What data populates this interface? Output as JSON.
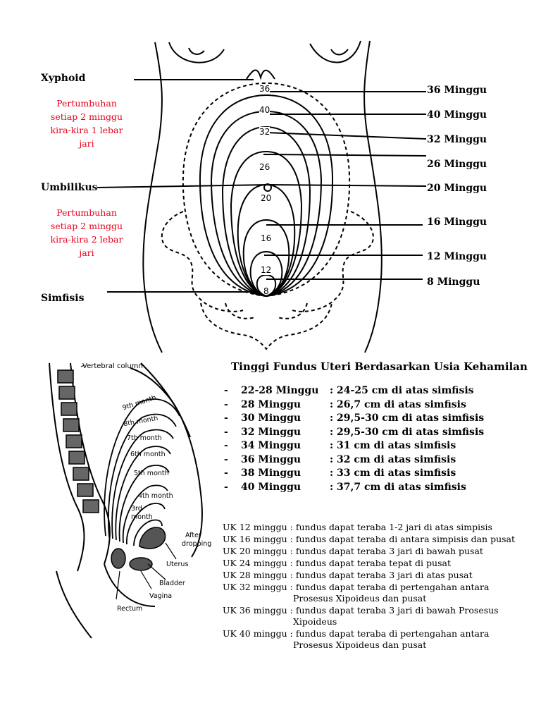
{
  "labels_left": {
    "xyphoid": "Xyphoid",
    "umbilikus": "Umbilikus",
    "simfisis": "Simfisis",
    "note_top": [
      "Pertumbuhan",
      "setiap 2 minggu",
      "kira-kira 1 lebar",
      "jari"
    ],
    "note_bottom": [
      "Pertumbuhan",
      "setiap 2 minggu",
      "kira-kira 2 lebar",
      "jari"
    ]
  },
  "labels_right": [
    "36 Minggu",
    "40 Minggu",
    "32 Minggu",
    "26 Minggu",
    "20 Minggu",
    "16 Minggu",
    "12 Minggu",
    "8 Minggu"
  ],
  "fundus_numbers": [
    "36",
    "40",
    "32",
    "26",
    "20",
    "16",
    "12",
    "8"
  ],
  "side_diagram": {
    "vertebral": "Vertebral column",
    "months": [
      "9th month",
      "8th month",
      "7th month",
      "6th month",
      "5th month",
      "4th month",
      "3rd",
      "month"
    ],
    "after_dropping": [
      "After",
      "dropping"
    ],
    "uterus": "Uterus",
    "bladder": "Bladder",
    "vagina": "Vagina",
    "rectum": "Rectum"
  },
  "table": {
    "title": "Tinggi Fundus Uteri Berdasarkan Usia Kehamilan",
    "rows": [
      {
        "dash": "-",
        "week": "22-28 Minggu",
        "desc": ": 24-25 cm di atas simfisis"
      },
      {
        "dash": "-",
        "week": "28 Minggu",
        "desc": ": 26,7 cm di atas simfisis"
      },
      {
        "dash": "-",
        "week": "30 Minggu",
        "desc": ": 29,5-30 cm di atas simfisis"
      },
      {
        "dash": "-",
        "week": "32 Minggu",
        "desc": ": 29,5-30 cm di atas simfisis"
      },
      {
        "dash": "-",
        "week": "34 Minggu",
        "desc": ": 31 cm di atas simfisis"
      },
      {
        "dash": "-",
        "week": "36 Minggu",
        "desc": ": 32 cm di atas simfisis"
      },
      {
        "dash": "-",
        "week": "38 Minggu",
        "desc": ": 33 cm di atas simfisis"
      },
      {
        "dash": "-",
        "week": "40 Minggu",
        "desc": ": 37,7 cm di atas simfisis"
      }
    ]
  },
  "uk_notes": [
    "UK 12 minggu : fundus dapat teraba 1-2 jari di atas simpisis",
    "UK 16 minggu : fundus dapat teraba di antara simpisis dan pusat",
    "UK 20 minggu : fundus dapat teraba 3 jari di bawah pusat",
    "UK 24 minggu : fundus dapat teraba tepat di pusat",
    "UK 28 minggu : fundus dapat teraba 3 jari di atas pusat",
    "UK 32 minggu : fundus dapat teraba di pertengahan antara",
    "Prosesus Xipoideus dan pusat",
    "UK 36 minggu : fundus dapat teraba 3 jari di bawah Prosesus",
    "Xipoideus",
    "UK 40 minggu : fundus dapat teraba di pertengahan antara",
    "Prosesus Xipoideus dan pusat"
  ],
  "colors": {
    "note": "#e8001c",
    "line": "#000000"
  }
}
